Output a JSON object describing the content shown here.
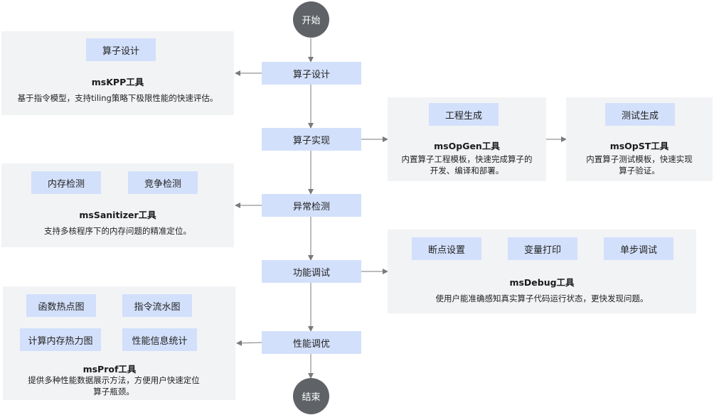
{
  "colors": {
    "node": "#d3e0fb",
    "panel": "#f2f3f5",
    "circle": "#5f6368",
    "line": "#7a7a7a"
  },
  "flow": {
    "start": "开始",
    "end": "结束",
    "steps": [
      "算子设计",
      "算子实现",
      "异常检测",
      "功能调试",
      "性能调优"
    ]
  },
  "tools": {
    "kpp": {
      "items": [
        "算子设计"
      ],
      "title": "msKPP工具",
      "desc": "基于指令模型，支持tiling策略下极限性能的快速评估。"
    },
    "opgen": {
      "items": [
        "工程生成"
      ],
      "title": "msOpGen工具",
      "desc_lines": [
        "内置算子工程模板，快速完成算子的",
        "开发、编译和部署。"
      ]
    },
    "opst": {
      "items": [
        "测试生成"
      ],
      "title": "msOpST工具",
      "desc_lines": [
        "内置算子测试模板，快速实现",
        "算子验证。"
      ]
    },
    "sanitizer": {
      "items": [
        "内存检测",
        "竞争检测"
      ],
      "title": "msSanitizer工具",
      "desc": "支持多核程序下的内存问题的精准定位。"
    },
    "debug": {
      "items": [
        "断点设置",
        "变量打印",
        "单步调试"
      ],
      "title": "msDebug工具",
      "desc": "使用户能准确感知真实算子代码运行状态，更快发现问题。"
    },
    "prof": {
      "items": [
        "函数热点图",
        "指令流水图",
        "计算内存热力图",
        "性能信息统计"
      ],
      "title": "msProf工具",
      "desc_lines": [
        "提供多种性能数据展示方法，方便用户快速定位",
        "算子瓶颈。"
      ]
    }
  }
}
